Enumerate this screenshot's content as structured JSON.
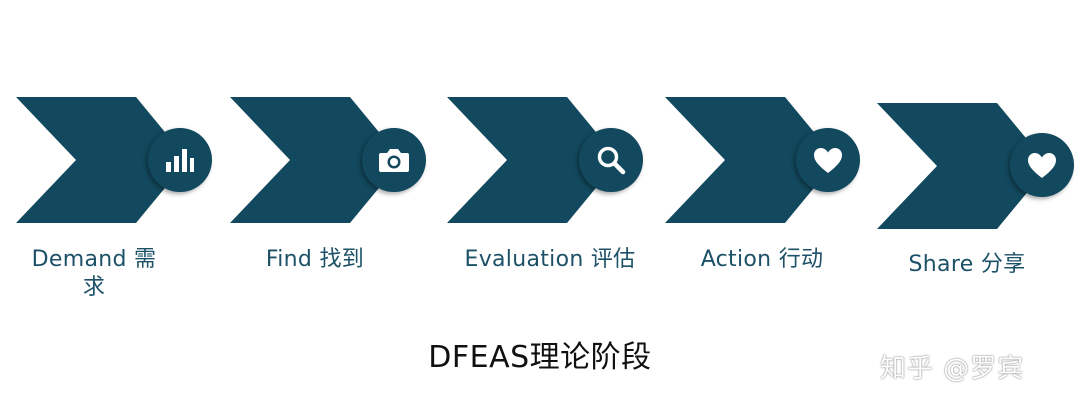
{
  "stages": [
    {
      "label": "Demand 需",
      "label_line2": "求",
      "icon": "bar-chart-icon"
    },
    {
      "label": "Find 找到",
      "icon": "camera-icon"
    },
    {
      "label": "Evaluation 评估",
      "icon": "search-icon"
    },
    {
      "label": "Action 行动",
      "icon": "heart-icon"
    },
    {
      "label": "Share 分享",
      "icon": "heart-icon"
    }
  ],
  "title": "DFEAS理论阶段",
  "watermark": "知乎 @罗宾",
  "colors": {
    "chevron": "#12495e",
    "label": "#1c5167",
    "icon": "#ffffff"
  }
}
